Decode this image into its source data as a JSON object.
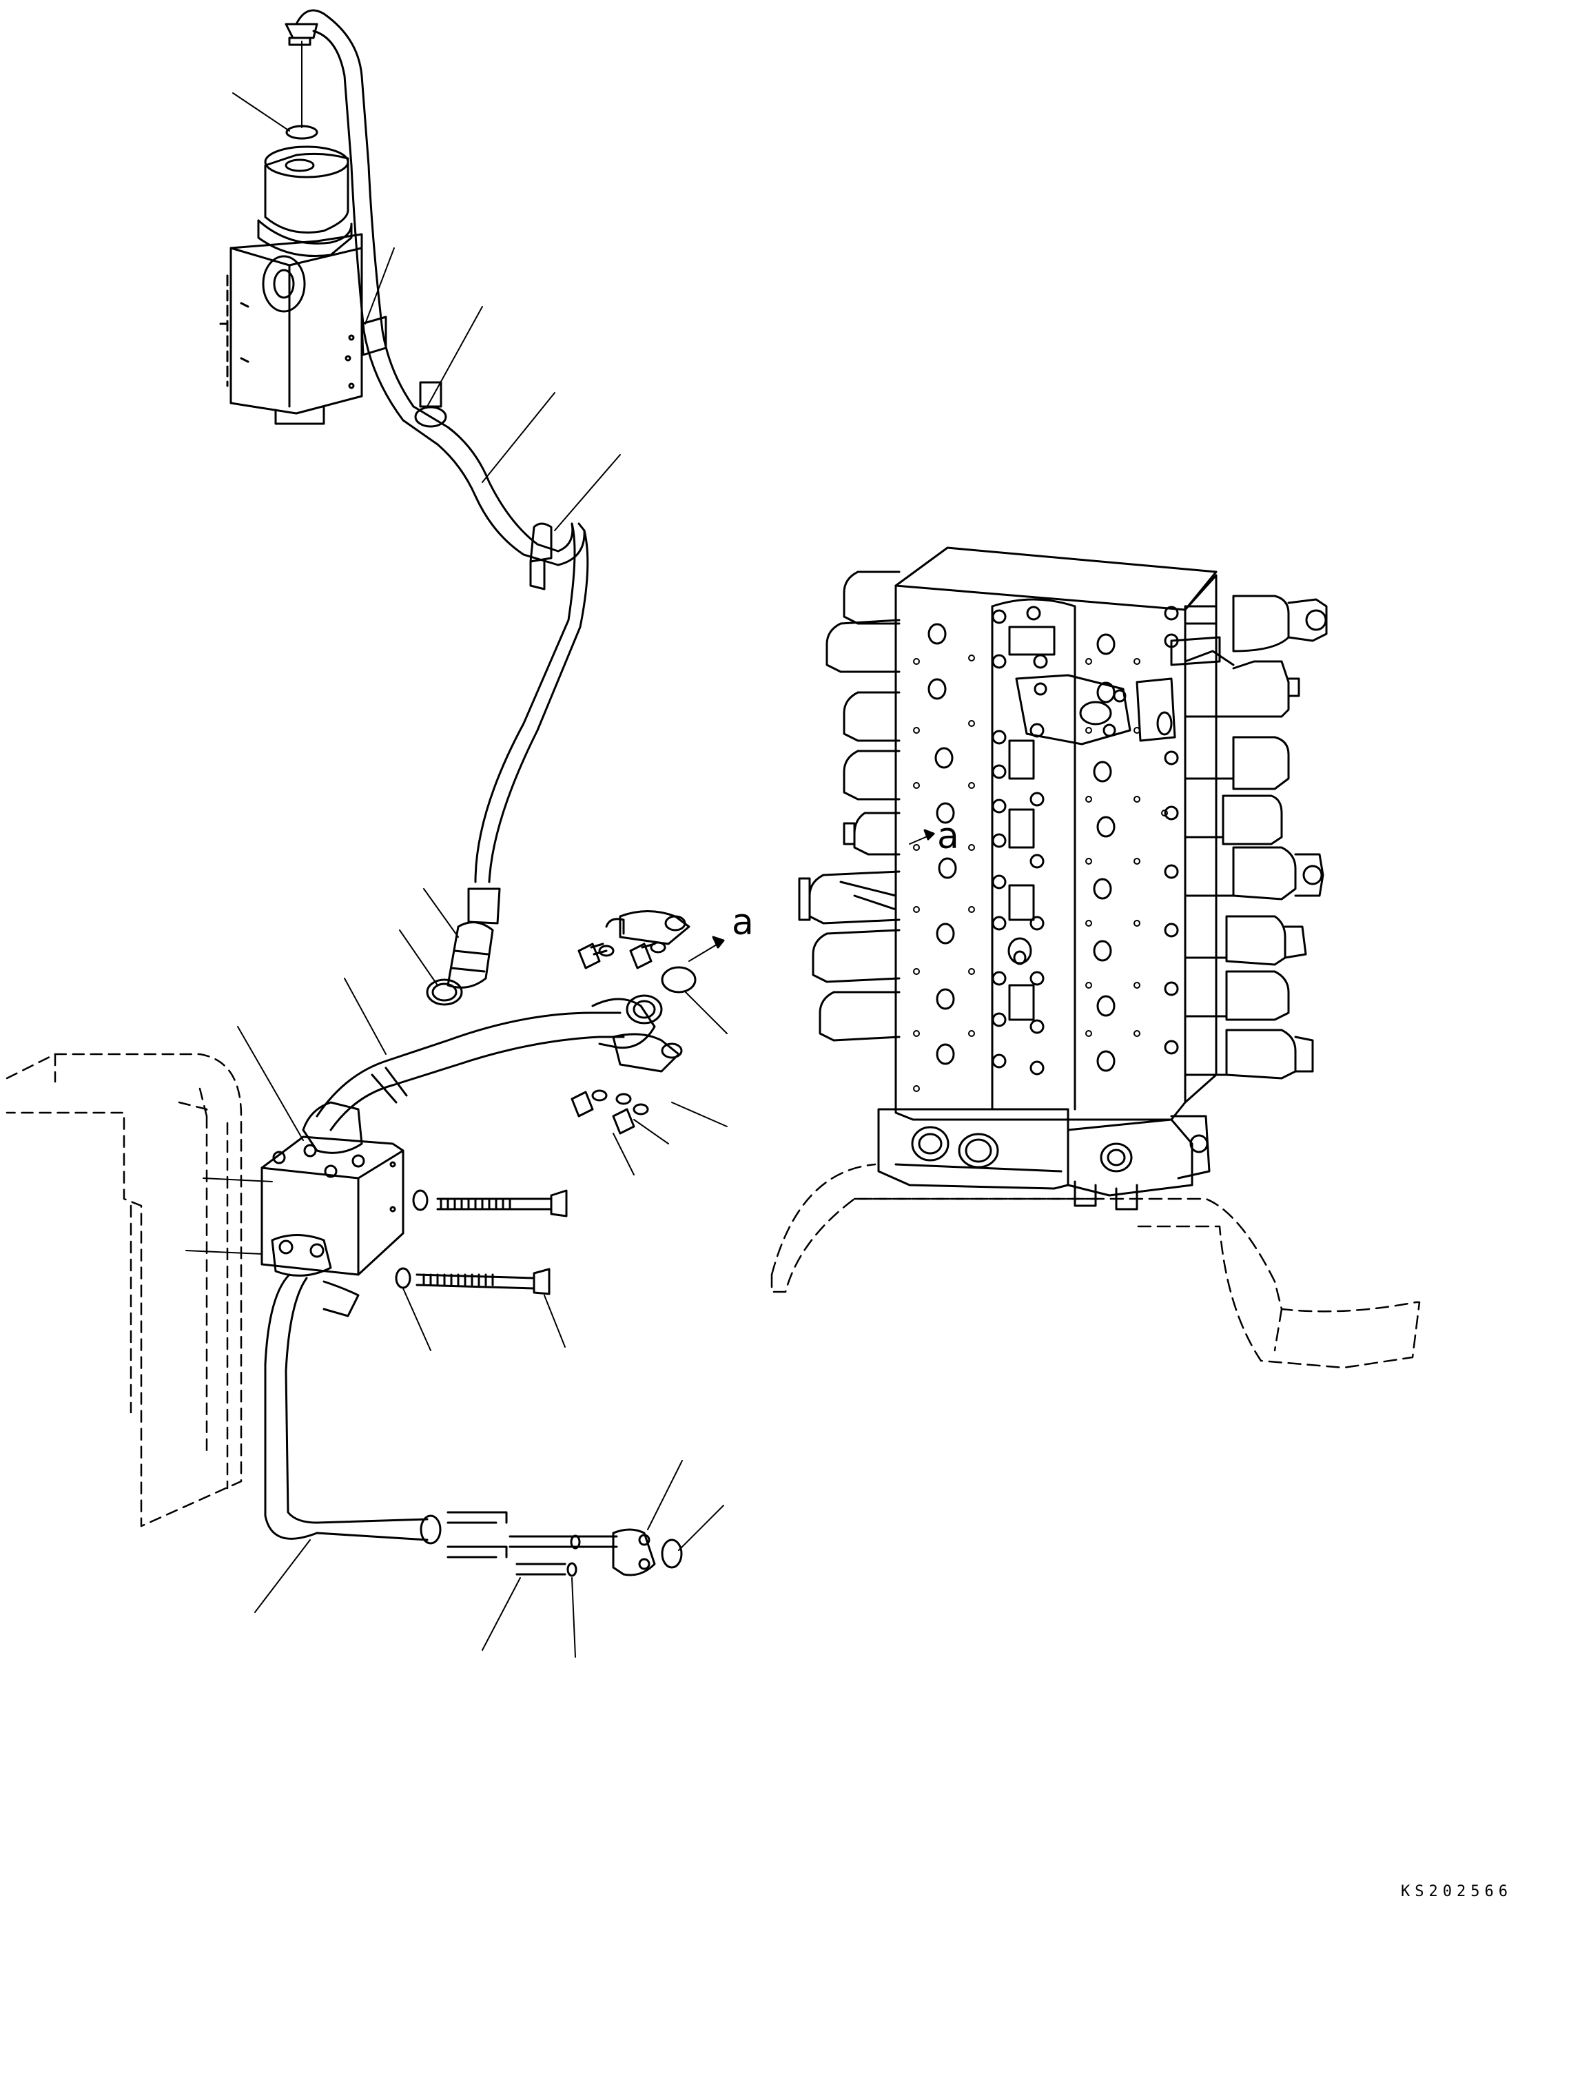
{
  "diagram": {
    "ref_labels": [
      "a",
      "a"
    ],
    "drawing_code": "KS202566"
  },
  "colors": {
    "line": "#000000",
    "background": "#ffffff"
  }
}
